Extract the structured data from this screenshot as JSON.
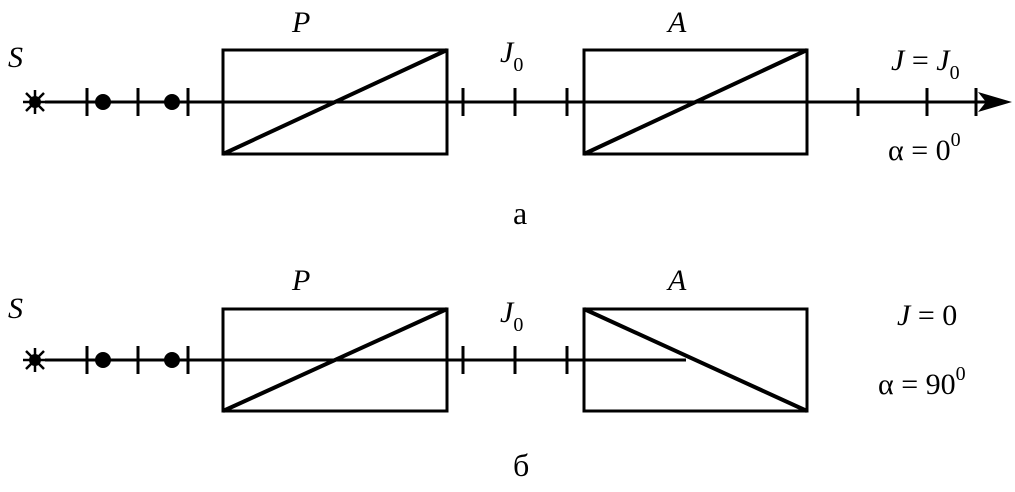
{
  "panel_a": {
    "source_label": "S",
    "polarizer_label": "P",
    "intensity_mid_base": "J",
    "intensity_mid_sub": "0",
    "analyzer_label": "A",
    "result_lhs": "J",
    "result_eq": " = ",
    "result_rhs_base": "J",
    "result_rhs_sub": "0",
    "angle_text": "α = 0",
    "angle_sup": "0",
    "caption": "а"
  },
  "panel_b": {
    "source_label": "S",
    "polarizer_label": "P",
    "intensity_mid_base": "J",
    "intensity_mid_sub": "0",
    "analyzer_label": "A",
    "result_lhs": "J",
    "result_rest": " = 0",
    "angle_text": "α = 90",
    "angle_sup": "0",
    "caption": "б"
  },
  "colors": {
    "ink": "#000000",
    "background": "#ffffff"
  }
}
